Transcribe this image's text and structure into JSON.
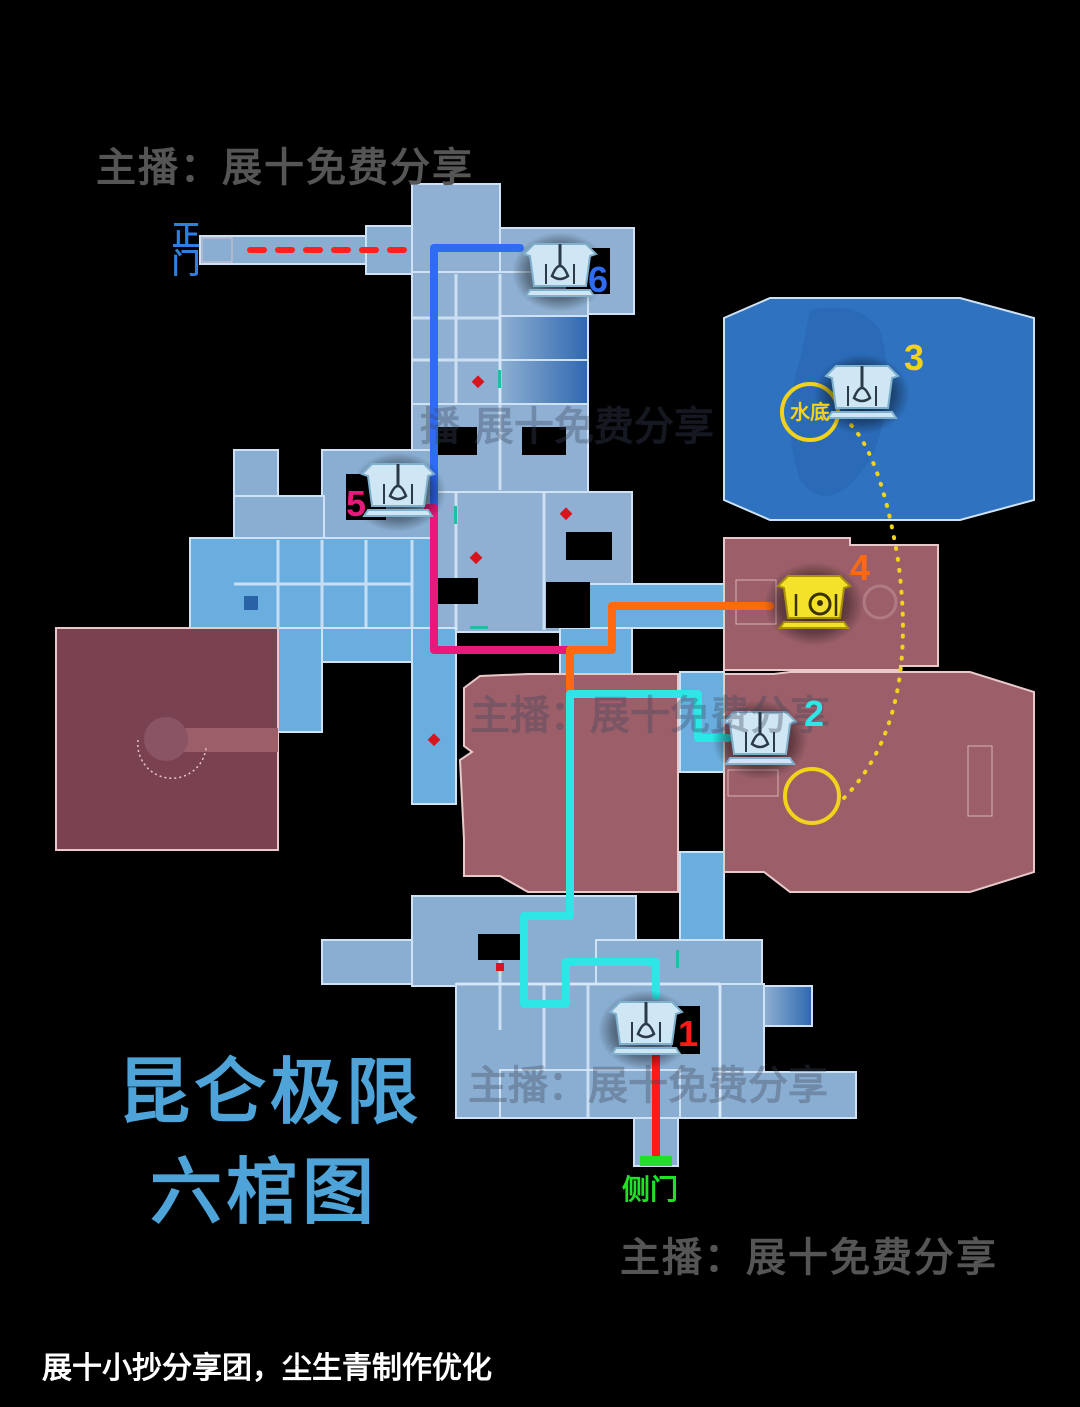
{
  "watermarks": {
    "top": "主播：展十免费分享",
    "bottom": "主播：展十免费分享",
    "faint_1": "主播：展十免费分享",
    "faint_2": "主播：展十免费分享",
    "faint_3": "主播：展十免费分享"
  },
  "title": {
    "line1": "昆仑极限",
    "line2": "六棺图"
  },
  "credit": "展十小抄分享团，尘生青制作优化",
  "gates": {
    "main": {
      "label": "正门",
      "color": "#2f7fe0"
    },
    "side": {
      "label": "侧门",
      "color": "#22e02a"
    }
  },
  "coffins": [
    {
      "number": "1",
      "color": "#ff1a1a",
      "type": "silver"
    },
    {
      "number": "2",
      "color": "#2ee6e6",
      "type": "silver"
    },
    {
      "number": "3",
      "color": "#f2d21a",
      "type": "silver",
      "note": "水底"
    },
    {
      "number": "4",
      "color": "#ff6a10",
      "type": "gold"
    },
    {
      "number": "5",
      "color": "#e8197a",
      "type": "silver"
    },
    {
      "number": "6",
      "color": "#2f6cf0",
      "type": "silver"
    }
  ],
  "routes": {
    "entry_dash": "#ff2020",
    "route_1": "#ff1a1a",
    "route_2": "#2ee6e6",
    "route_3": "#f2d21a",
    "route_4": "#ff6a10",
    "route_5": "#e8197a",
    "route_6": "#2f6cf0"
  },
  "colors": {
    "background": "#000000",
    "room_blue": "#7fa6cf",
    "room_blue_light": "#6aaee0",
    "room_water": "#2f72c0",
    "room_red": "#9c5f6a",
    "room_red_dark": "#7a4250",
    "wall": "#cfe2f5",
    "title": "#4ea3d8"
  }
}
